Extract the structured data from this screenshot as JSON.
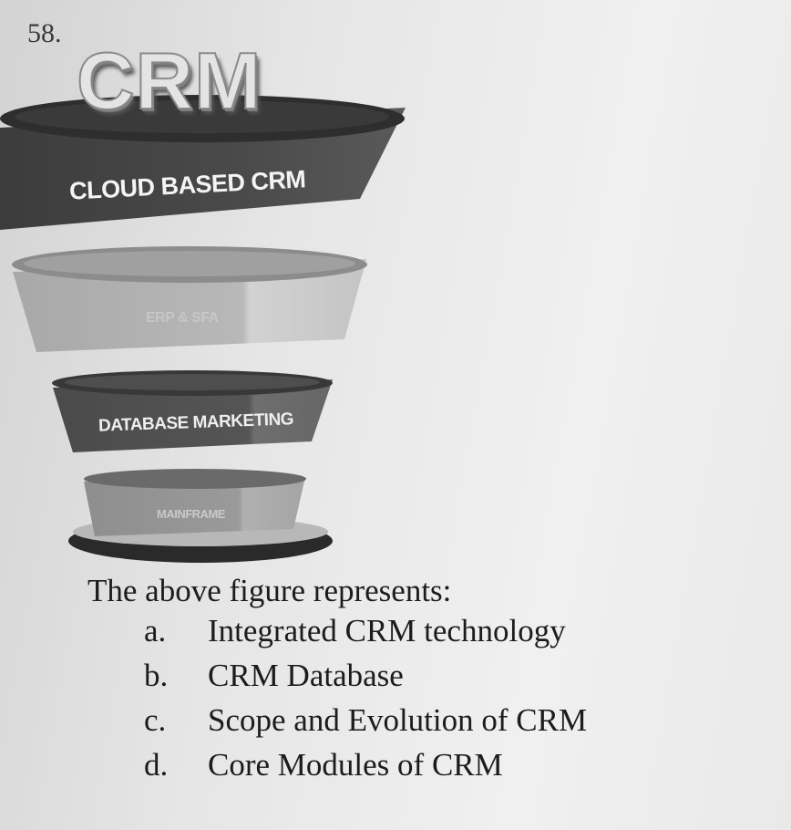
{
  "question_number": "58.",
  "figure": {
    "logo_text": "CRM",
    "segments": [
      {
        "label": "CLOUD BASED CRM"
      },
      {
        "label": "ERP & SFA"
      },
      {
        "label": "DATABASE MARKETING"
      },
      {
        "label": "MAINFRAME"
      }
    ]
  },
  "question_text": "The above figure represents:",
  "options": [
    {
      "letter": "a.",
      "text": "Integrated CRM technology"
    },
    {
      "letter": "b.",
      "text": "CRM Database"
    },
    {
      "letter": "c.",
      "text": "Scope and Evolution of CRM"
    },
    {
      "letter": "d.",
      "text": "Core Modules of CRM"
    }
  ]
}
